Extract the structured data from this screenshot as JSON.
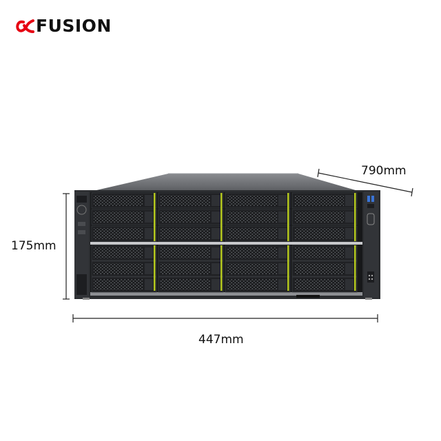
{
  "brand": {
    "name": "FUSION",
    "accent_color": "#e60012",
    "icon": "alpha-infinity-logo-icon"
  },
  "dimensions": {
    "height": "175mm",
    "width": "447mm",
    "depth": "790mm"
  },
  "product": {
    "icon": "rack-server-image",
    "chassis_color": "#2b2d30",
    "drive_latch_color": "#b4c81e"
  }
}
